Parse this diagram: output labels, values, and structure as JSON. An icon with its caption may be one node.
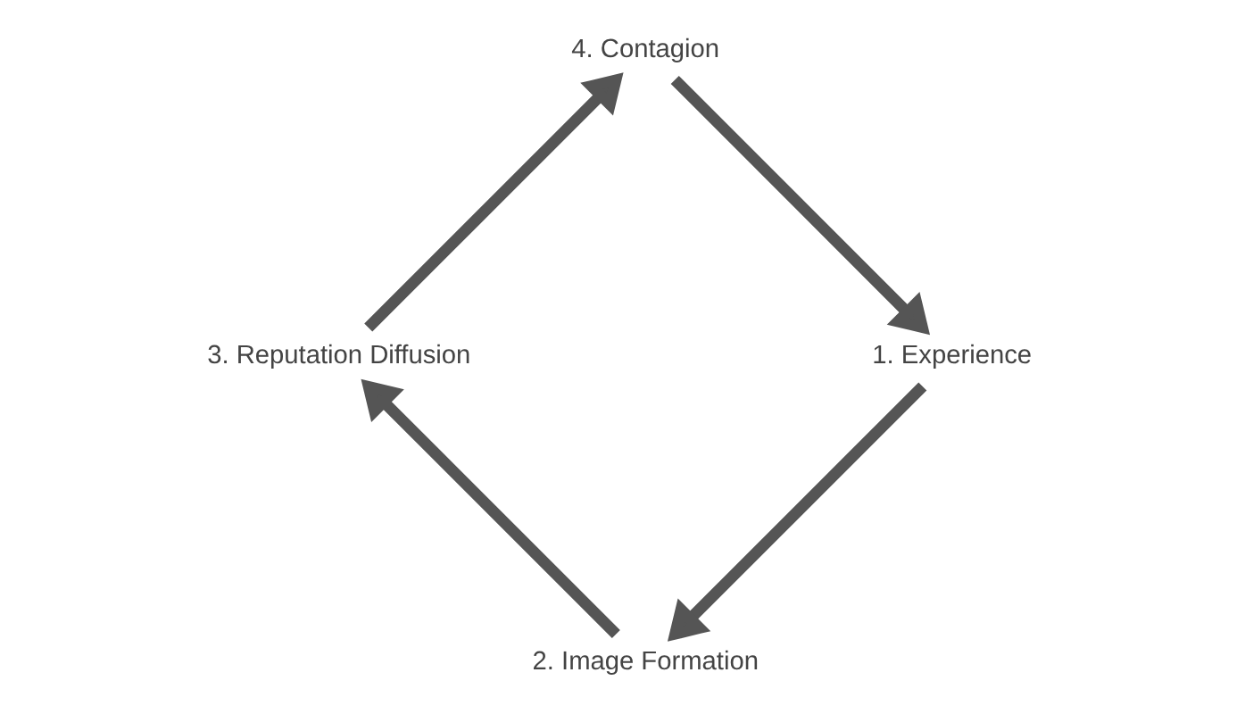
{
  "diagram": {
    "nodes": [
      {
        "text": [
          "2. Image Formation"
        ]
      },
      {
        "text": [
          "3. Reputation Diffusion"
        ]
      },
      {
        "text": [
          "4. Contagion"
        ]
      },
      {
        "text": [
          "1. Experience"
        ]
      }
    ],
    "edges": [
      {
        "from": 3,
        "to": 0,
        "arrow": "to"
      },
      {
        "from": 0,
        "to": 1,
        "arrow": "to"
      },
      {
        "from": 1,
        "to": 2,
        "arrow": "to"
      },
      {
        "from": 2,
        "to": 3,
        "arrow": "to"
      }
    ]
  }
}
